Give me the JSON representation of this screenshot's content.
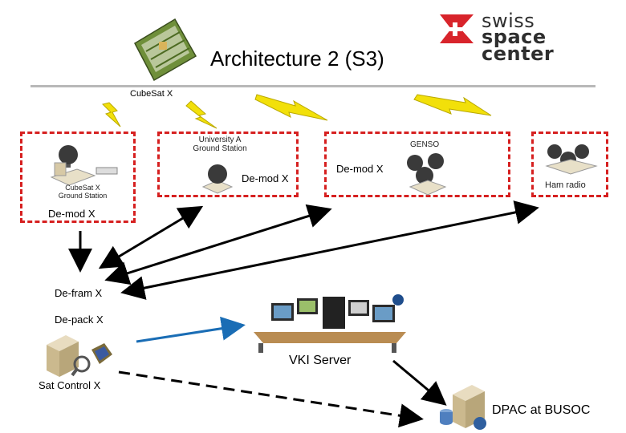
{
  "title": "Architecture 2 (S3)",
  "logo": {
    "line1": "swiss",
    "line2": "space center"
  },
  "satellite_label": "CubeSat X",
  "ground_stations": {
    "cubesat_gs": {
      "line1": "CubeSat X",
      "line2": "Ground Station"
    },
    "university": {
      "line1": "University A",
      "line2": "Ground Station",
      "demod": "De-mod X"
    },
    "genso": {
      "name": "GENSO",
      "demod": "De-mod X"
    },
    "ham": {
      "name": "Ham radio"
    }
  },
  "left_demod": "De-mod X",
  "processing": {
    "deframe": "De-fram X",
    "depack": "De-pack X",
    "control": "Sat Control X"
  },
  "vki_server": "VKI Server",
  "dpac": "DPAC at BUSOC",
  "colors": {
    "dashed_border": "#d62020",
    "lightning": "#f2e00a",
    "blue_arrow": "#1a6db5",
    "brand_red": "#d8242b"
  }
}
